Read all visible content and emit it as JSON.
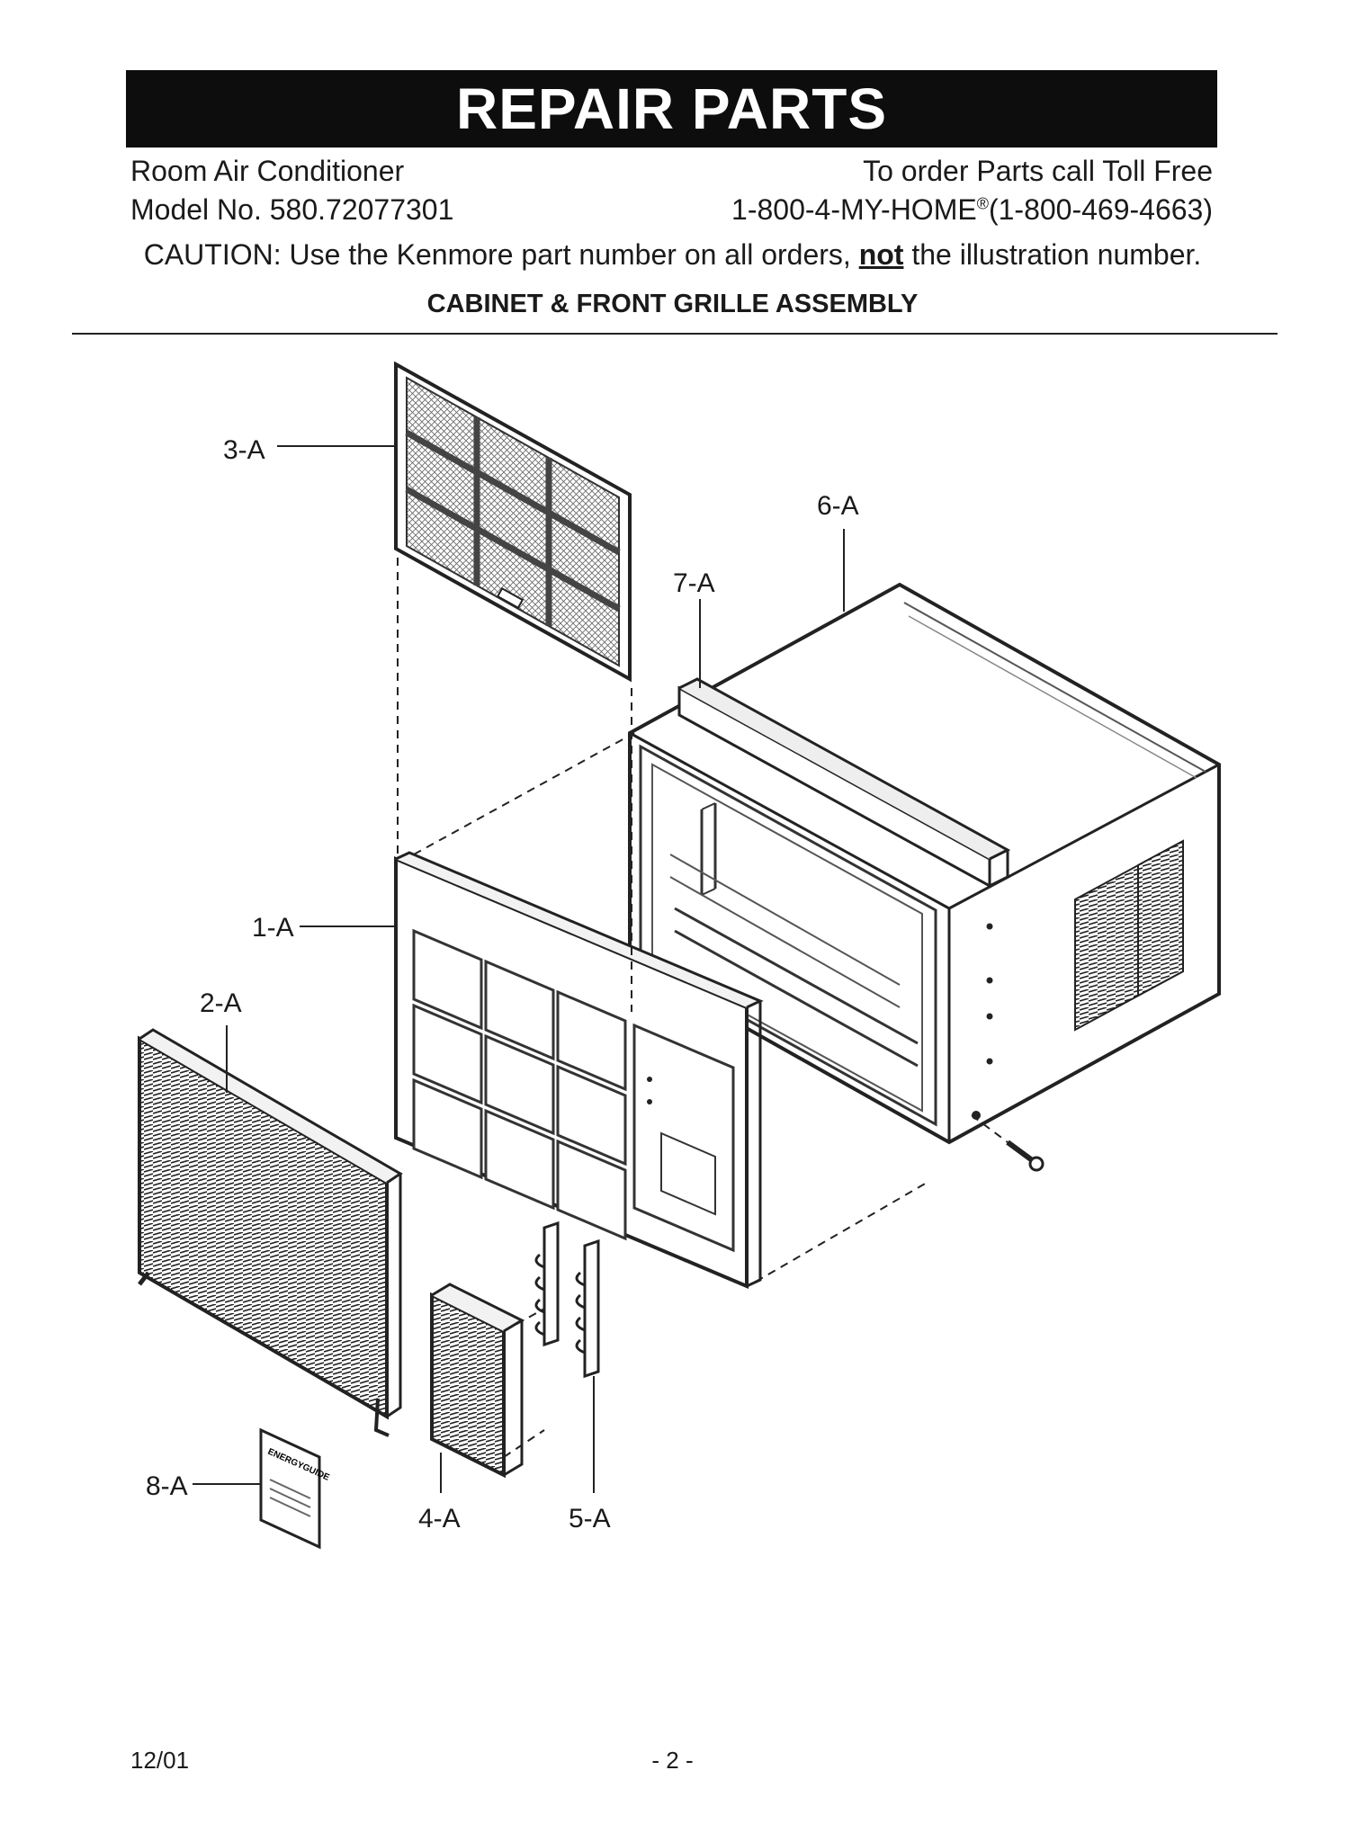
{
  "header": {
    "title": "REPAIR PARTS",
    "product": "Room Air Conditioner",
    "model": "Model No. 580.72077301",
    "order_label": "To order Parts call Toll Free",
    "phone_prefix": "1-800-4-MY-HOME",
    "phone_reg": "®",
    "phone_suffix": "(1-800-469-4663)"
  },
  "caution": {
    "before": "CAUTION: Use the Kenmore part number on all orders, ",
    "emphasis": "not",
    "after": " the illustration number."
  },
  "section_title": "CABINET & FRONT GRILLE ASSEMBLY",
  "callouts": {
    "c1": "1-A",
    "c2": "2-A",
    "c3": "3-A",
    "c4": "4-A",
    "c5": "5-A",
    "c6": "6-A",
    "c7": "7-A",
    "c8": "8-A"
  },
  "label_text": "ENERGYGUIDE",
  "footer": {
    "date": "12/01",
    "page": "- 2 -"
  }
}
